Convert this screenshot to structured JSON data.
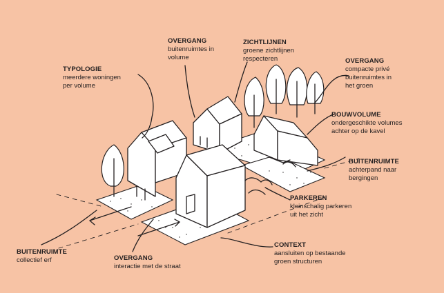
{
  "labels": [
    {
      "id": "typologie",
      "title": "TYPOLOGIE",
      "lines": [
        "meerdere woningen",
        "per volume"
      ]
    },
    {
      "id": "overgang-top",
      "title": "OVERGANG",
      "lines": [
        "buitenruimtes in",
        "volume"
      ]
    },
    {
      "id": "zichtlijnen",
      "title": "ZICHTLIJNEN",
      "lines": [
        "groene zichtlijnen",
        "respecteren"
      ]
    },
    {
      "id": "overgang-right",
      "title": "OVERGANG",
      "lines": [
        "compacte privé",
        "buitenruimtes in",
        "het groen"
      ]
    },
    {
      "id": "bouwvolume",
      "title": "BOUWVOLUME",
      "lines": [
        "ondergeschikte volumes",
        "achter op de kavel"
      ]
    },
    {
      "id": "buitenruimte-right",
      "title": "BUITENRUIMTE",
      "lines": [
        "achterpand naar",
        "bergingen"
      ]
    },
    {
      "id": "parkeren",
      "title": "PARKEREN",
      "lines": [
        "kleinschalig parkeren",
        "uit het zicht"
      ]
    },
    {
      "id": "context",
      "title": "CONTEXT",
      "lines": [
        "aansluiten op bestaande",
        "groen structuren"
      ]
    },
    {
      "id": "overgang-bottom",
      "title": "OVERGANG",
      "lines": [
        "interactie met de straat"
      ]
    },
    {
      "id": "buitenruimte-left",
      "title": "BUITENRUIMTE",
      "lines": [
        "collectief erf"
      ]
    }
  ],
  "colors": {
    "background": "#f7c3a5",
    "ink": "#231f20",
    "fill": "#ffffff"
  }
}
